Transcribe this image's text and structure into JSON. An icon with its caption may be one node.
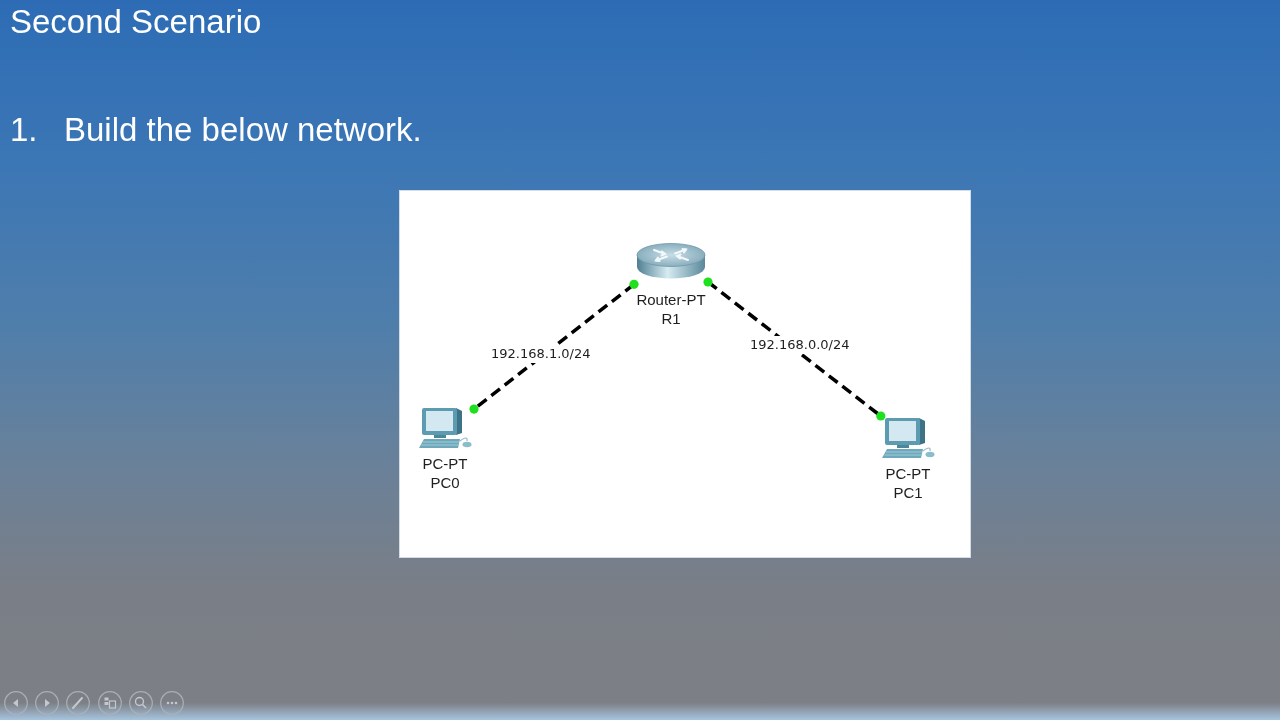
{
  "diagram": {
    "title": "Second Scenario",
    "nodes": [
      {
        "text": [
          "Router-PT",
          "R1"
        ]
      },
      {
        "text": [
          "PC-PT",
          "PC0"
        ]
      },
      {
        "text": [
          "PC-PT",
          "PC1"
        ]
      }
    ],
    "edges": [
      {
        "from": 0,
        "to": 1,
        "arrow": "other",
        "label": "192.168.1.0/24",
        "style": "dashed"
      },
      {
        "from": 0,
        "to": 2,
        "arrow": "other",
        "label": "192.168.0.0/24",
        "style": "dashed"
      }
    ],
    "labels": [
      "1.",
      "Build the below network."
    ]
  }
}
